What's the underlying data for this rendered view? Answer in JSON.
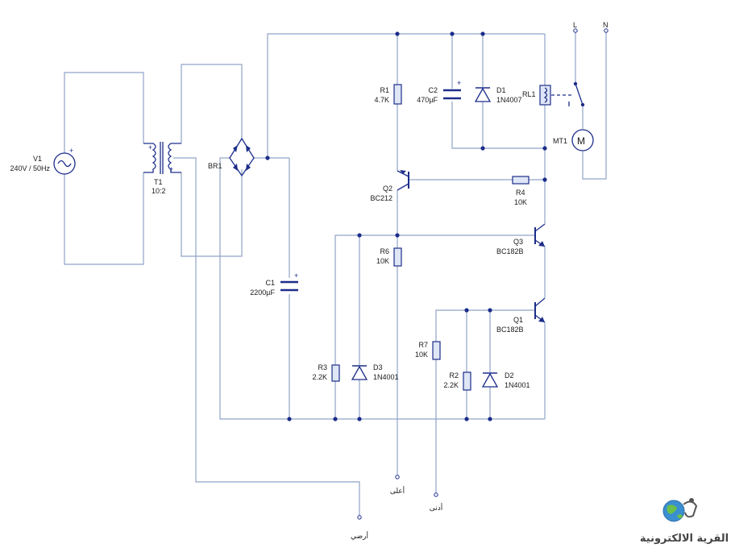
{
  "components": {
    "v1": {
      "ref": "V1",
      "value": "240V / 50Hz"
    },
    "t1": {
      "ref": "T1",
      "value": "10:2"
    },
    "br1": {
      "ref": "BR1"
    },
    "c1": {
      "ref": "C1",
      "value": "2200µF"
    },
    "r1": {
      "ref": "R1",
      "value": "4.7K"
    },
    "c2": {
      "ref": "C2",
      "value": "470µF"
    },
    "d1": {
      "ref": "D1",
      "value": "1N4007"
    },
    "rl1": {
      "ref": "RL1"
    },
    "mt1": {
      "ref": "MT1"
    },
    "q2": {
      "ref": "Q2",
      "value": "BC212"
    },
    "r4": {
      "ref": "R4",
      "value": "10K"
    },
    "q3": {
      "ref": "Q3",
      "value": "BC182B"
    },
    "r6": {
      "ref": "R6",
      "value": "10K"
    },
    "q1": {
      "ref": "Q1",
      "value": "BC182B"
    },
    "r7": {
      "ref": "R7",
      "value": "10K"
    },
    "r3": {
      "ref": "R3",
      "value": "2.2K"
    },
    "d3": {
      "ref": "D3",
      "value": "1N4001"
    },
    "r2": {
      "ref": "R2",
      "value": "2.2K"
    },
    "d2": {
      "ref": "D2",
      "value": "1N4001"
    }
  },
  "terminals": {
    "line": "L",
    "neutral": "N",
    "high_probe": "أعلى",
    "low_probe": "أدنى",
    "ground_probe": "أرضي"
  },
  "polarity": {
    "plus": "+"
  },
  "logo": {
    "text": "القرية الالكترونية",
    "icon": "globe-icon"
  },
  "colors": {
    "wire": "#8fa3c6",
    "component": "#1c2d8a",
    "junction": "#1c2d8a"
  }
}
